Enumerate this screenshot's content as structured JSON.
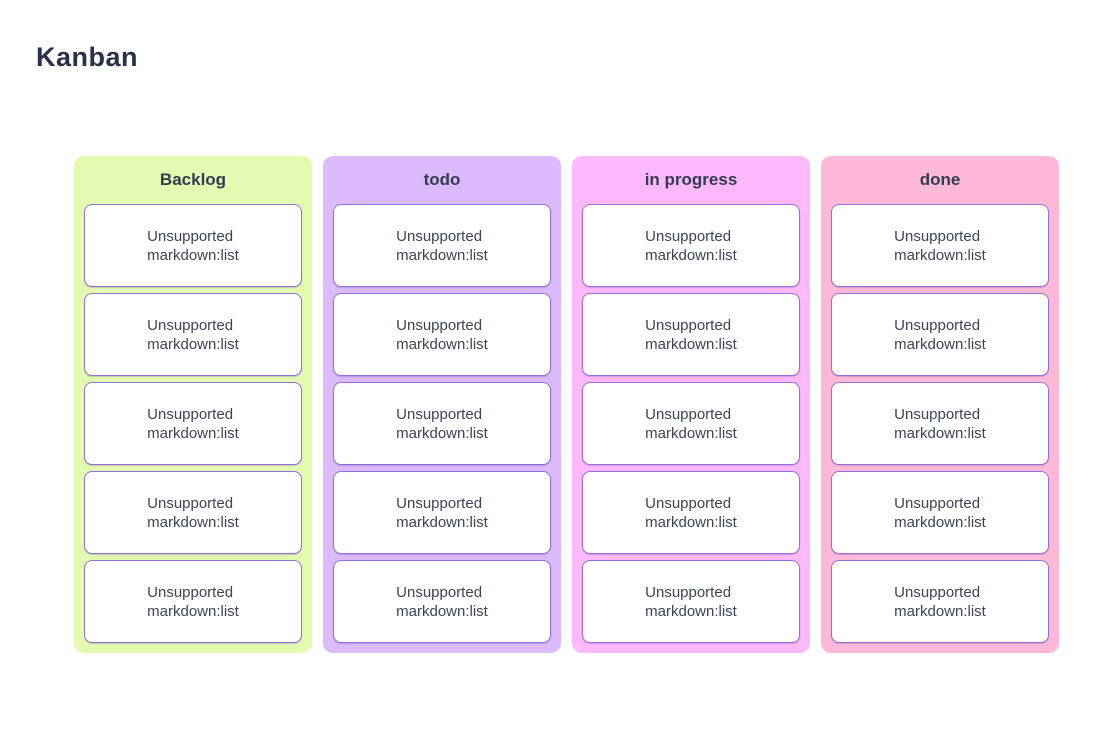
{
  "page": {
    "title": "Kanban"
  },
  "colors": {
    "background": "#ffffff",
    "title_text": "#2a3048",
    "column_header_text": "#353b50",
    "card_text": "#3e4357",
    "card_background": "#ffffff",
    "card_border": "#9370db"
  },
  "board": {
    "columns": [
      {
        "label": "Backlog",
        "color": "#e3fab1",
        "cards": [
          {
            "text": "Unsupported markdown:list"
          },
          {
            "text": "Unsupported markdown:list"
          },
          {
            "text": "Unsupported markdown:list"
          },
          {
            "text": "Unsupported markdown:list"
          },
          {
            "text": "Unsupported markdown:list"
          }
        ]
      },
      {
        "label": "todo",
        "color": "#dcbafb",
        "cards": [
          {
            "text": "Unsupported markdown:list"
          },
          {
            "text": "Unsupported markdown:list"
          },
          {
            "text": "Unsupported markdown:list"
          },
          {
            "text": "Unsupported markdown:list"
          },
          {
            "text": "Unsupported markdown:list"
          }
        ]
      },
      {
        "label": "in progress",
        "color": "#fdb9fc",
        "cards": [
          {
            "text": "Unsupported markdown:list"
          },
          {
            "text": "Unsupported markdown:list"
          },
          {
            "text": "Unsupported markdown:list"
          },
          {
            "text": "Unsupported markdown:list"
          },
          {
            "text": "Unsupported markdown:list"
          }
        ]
      },
      {
        "label": "done",
        "color": "#feb9d9",
        "cards": [
          {
            "text": "Unsupported markdown:list"
          },
          {
            "text": "Unsupported markdown:list"
          },
          {
            "text": "Unsupported markdown:list"
          },
          {
            "text": "Unsupported markdown:list"
          },
          {
            "text": "Unsupported markdown:list"
          }
        ]
      }
    ]
  }
}
